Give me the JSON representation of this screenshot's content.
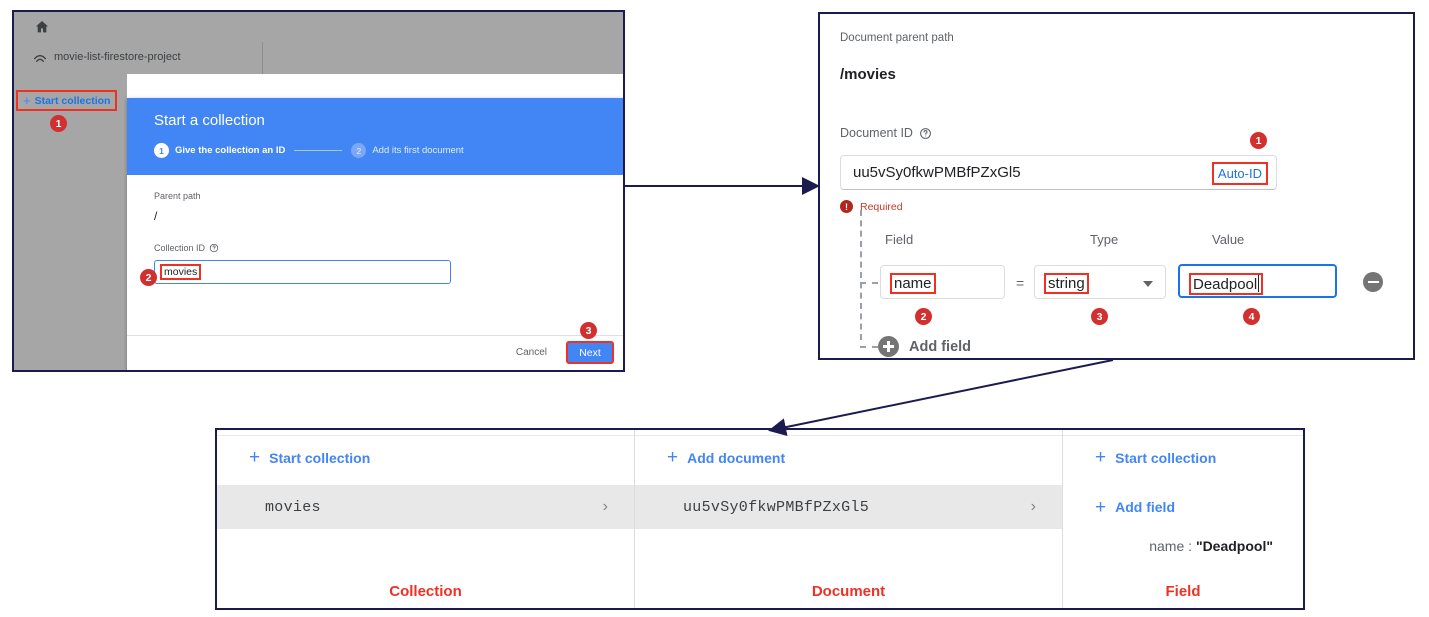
{
  "firebase_console": {
    "home_icon": "home-icon",
    "flame_icon": "firebase-flame-icon",
    "project_name": "movie-list-firestore-project",
    "start_collection_label": "Start collection",
    "badge_1": "1"
  },
  "collection_dialog": {
    "title": "Start a collection",
    "steps": [
      {
        "num": "1",
        "label": "Give the collection an ID"
      },
      {
        "num": "2",
        "label": "Add its first document"
      }
    ],
    "parent_path_label": "Parent path",
    "parent_path_value": "/",
    "collection_id_label": "Collection ID",
    "help_icon": "help-circle-icon",
    "collection_id_value": "movies",
    "cancel_label": "Cancel",
    "next_label": "Next",
    "badge_2": "2",
    "badge_3": "3"
  },
  "document_dialog": {
    "parent_path_label": "Document parent path",
    "parent_path_value": "/movies",
    "document_id_label": "Document ID",
    "help_icon": "help-circle-icon",
    "document_id_value": "uu5vSy0fkwPMBfPZxGl5",
    "auto_id_label": "Auto-ID",
    "error_icon": "error-exclamation-icon",
    "error_text": "Required",
    "columns": {
      "field": "Field",
      "type": "Type",
      "value": "Value"
    },
    "row": {
      "field_value": "name",
      "equals": "=",
      "type_value": "string",
      "type_dropdown_icon": "chevron-down-icon",
      "value_value": "Deadpool",
      "remove_icon": "minus-circle-icon"
    },
    "add_field_label": "Add field",
    "add_field_icon": "plus-circle-icon",
    "badge_1": "1",
    "badge_2": "2",
    "badge_3": "3",
    "badge_4": "4"
  },
  "result_table": {
    "columns": [
      {
        "action_label": "Start collection",
        "action_icon": "plus-icon",
        "item": "movies",
        "chevron_icon": "chevron-right-icon",
        "caption": "Collection"
      },
      {
        "action_label": "Add document",
        "action_icon": "plus-icon",
        "item": "uu5vSy0fkwPMBfPZxGl5",
        "chevron_icon": "chevron-right-icon",
        "caption": "Document"
      },
      {
        "action_label": "Start collection",
        "action_icon": "plus-icon",
        "second_action_label": "Add field",
        "second_action_icon": "plus-icon",
        "field_key": "name :",
        "field_value": "\"Deadpool\"",
        "caption": "Field"
      }
    ]
  },
  "colors": {
    "firebase_blue": "#4285f4",
    "link_blue": "#1a73e8",
    "annotation_red": "#ee3124",
    "badge_red": "#d32f2f",
    "arrow_navy": "#1b1b50",
    "error_red": "#c0392b"
  }
}
